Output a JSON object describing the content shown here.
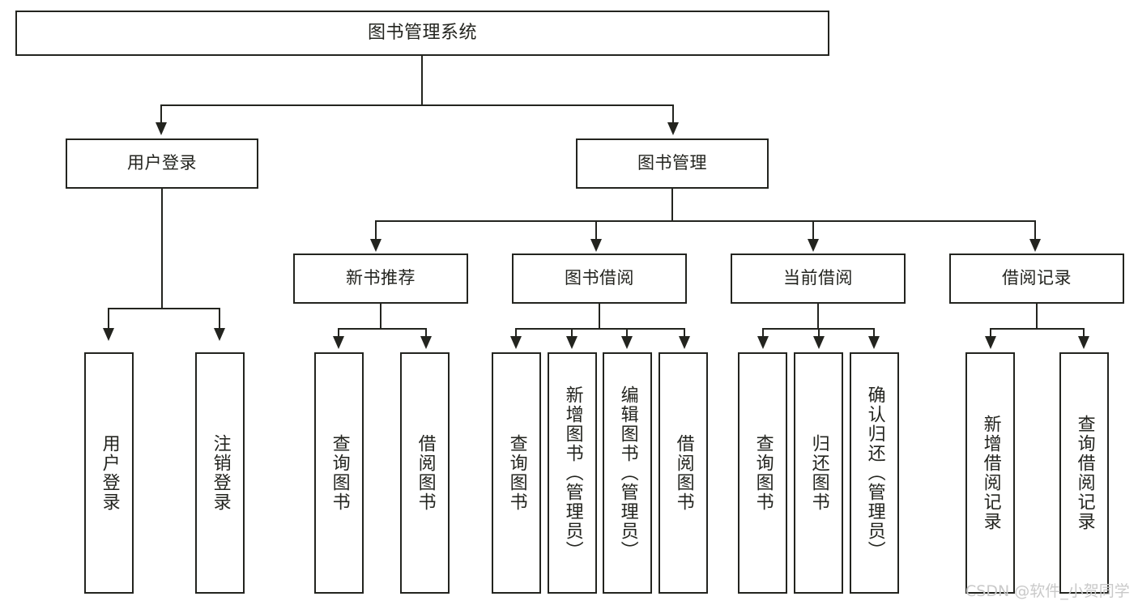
{
  "diagram": {
    "type": "tree-hierarchy-chart",
    "title": "图书管理系统",
    "root": {
      "label": "图书管理系统"
    },
    "level2": [
      {
        "label": "用户登录"
      },
      {
        "label": "图书管理"
      }
    ],
    "level3": [
      {
        "label": "新书推荐"
      },
      {
        "label": "图书借阅"
      },
      {
        "label": "当前借阅"
      },
      {
        "label": "借阅记录"
      }
    ],
    "leaves": {
      "user_login": [
        {
          "label": "用户登录"
        },
        {
          "label": "注销登录"
        }
      ],
      "new_book_recommend": [
        {
          "label": "查询图书"
        },
        {
          "label": "借阅图书"
        }
      ],
      "book_borrow": [
        {
          "label": "查询图书"
        },
        {
          "label": "新增图书（管理员）"
        },
        {
          "label": "编辑图书（管理员）"
        },
        {
          "label": "借阅图书"
        }
      ],
      "current_borrow": [
        {
          "label": "查询图书"
        },
        {
          "label": "归还图书"
        },
        {
          "label": "确认归还（管理员）"
        }
      ],
      "borrow_record": [
        {
          "label": "新增借阅记录"
        },
        {
          "label": "查询借阅记录"
        }
      ]
    }
  },
  "watermark": {
    "text": "CSDN @软件_小贺同学"
  },
  "colors": {
    "stroke": "#23241f",
    "background": "#ffffff",
    "watermark": "#c9c9c9"
  }
}
